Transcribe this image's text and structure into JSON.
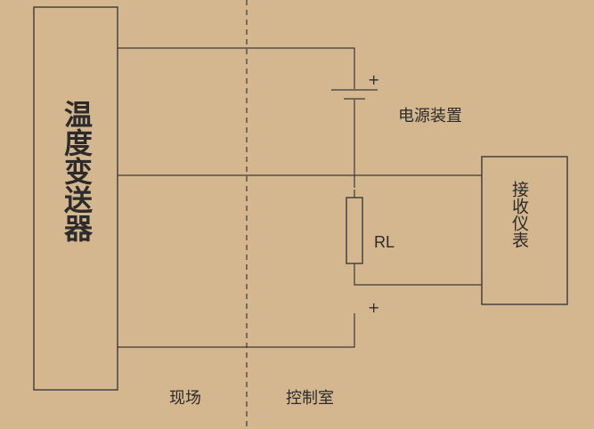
{
  "labels": {
    "transmitter": "温度变送器",
    "receiver": "接收仪表",
    "power_supply": "电源装置",
    "resistor": "RL",
    "plus_top": "+",
    "plus_bottom": "+",
    "field": "现场",
    "control_room": "控制室"
  },
  "colors": {
    "background": "#d4b78f",
    "line": "#3a3a3a",
    "text": "#2b2b2b"
  }
}
